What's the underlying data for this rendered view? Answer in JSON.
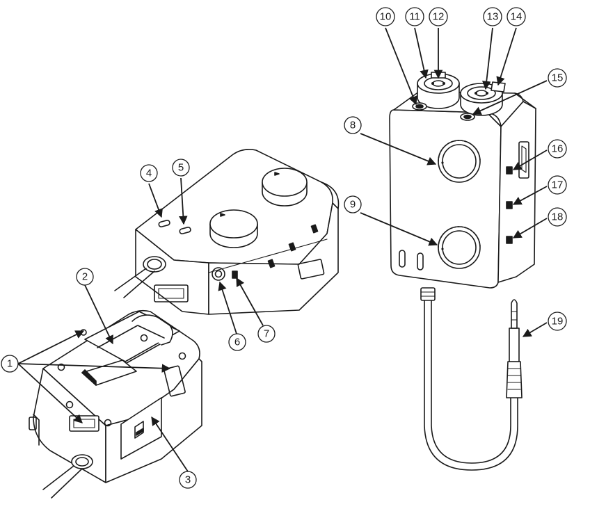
{
  "callouts": [
    {
      "id": "1",
      "label": "1"
    },
    {
      "id": "2",
      "label": "2"
    },
    {
      "id": "3",
      "label": "3"
    },
    {
      "id": "4",
      "label": "4"
    },
    {
      "id": "5",
      "label": "5"
    },
    {
      "id": "6",
      "label": "6"
    },
    {
      "id": "7",
      "label": "7"
    },
    {
      "id": "8",
      "label": "8"
    },
    {
      "id": "9",
      "label": "9"
    },
    {
      "id": "10",
      "label": "10"
    },
    {
      "id": "11",
      "label": "11"
    },
    {
      "id": "12",
      "label": "12"
    },
    {
      "id": "13",
      "label": "13"
    },
    {
      "id": "14",
      "label": "14"
    },
    {
      "id": "15",
      "label": "15"
    },
    {
      "id": "16",
      "label": "16"
    },
    {
      "id": "17",
      "label": "17"
    },
    {
      "id": "18",
      "label": "18"
    },
    {
      "id": "19",
      "label": "19"
    }
  ]
}
